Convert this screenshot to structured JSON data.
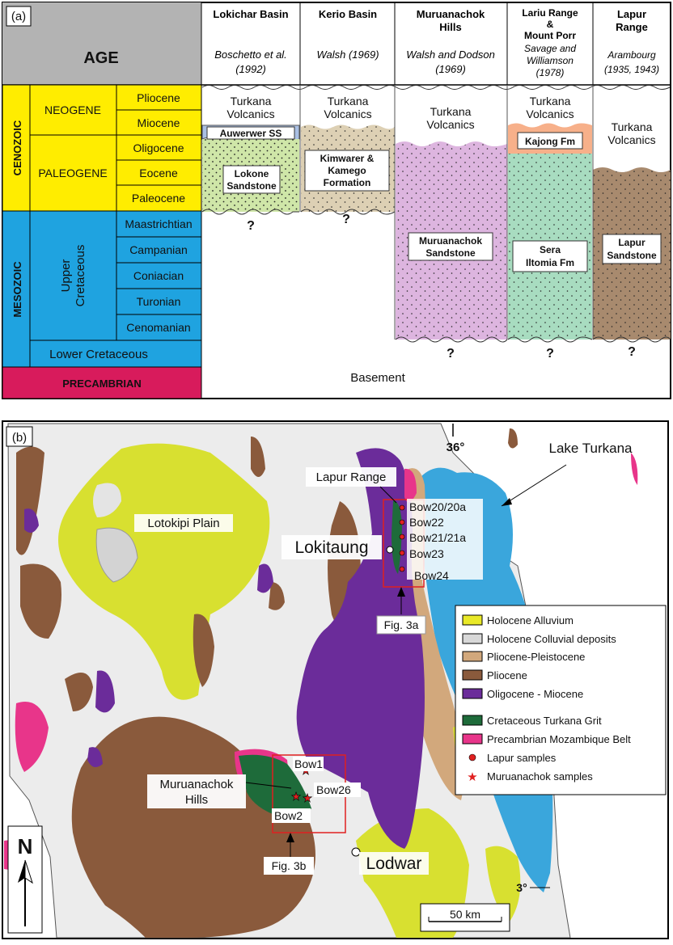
{
  "panel_a": {
    "label": "(a)",
    "age_header": "AGE",
    "columns": [
      {
        "name": "Lokichar Basin",
        "ref": "Boschetto et al. (1992)"
      },
      {
        "name": "Kerio Basin",
        "ref": "Walsh (1969)"
      },
      {
        "name": "Muruanachok Hills",
        "ref": "Walsh and Dodson (1969)"
      },
      {
        "name": "Lariu Range & Mount Porr",
        "ref": "Savage and Williamson (1978)"
      },
      {
        "name": "Lapur Range",
        "ref": "Arambourg (1935, 1943)"
      }
    ],
    "eras": {
      "cenozoic": "CENOZOIC",
      "mesozoic": "MESOZOIC",
      "precambrian": "PRECAMBRIAN"
    },
    "periods": {
      "neogene": "NEOGENE",
      "paleogene": "PALEOGENE",
      "upper_cretaceous": "Upper Cretaceous",
      "lower_cretaceous": "Lower Cretaceous"
    },
    "epochs": [
      "Pliocene",
      "Miocene",
      "Oligocene",
      "Eocene",
      "Paleocene",
      "Maastrichtian",
      "Campanian",
      "Coniacian",
      "Turonian",
      "Cenomanian"
    ],
    "units": {
      "turkana": "Turkana Volcanics",
      "auwerwer": "Auwerwer SS",
      "lokone": "Lokone Sandstone",
      "kimwarer": "Kimwarer & Kamego Formation",
      "muruanachok": "Muruanachok Sandstone",
      "kajong": "Kajong Fm",
      "sera": "Sera Iltomia Fm",
      "lapur": "Lapur Sandstone"
    },
    "unknown_mark": "?",
    "basement": "Basement"
  },
  "panel_b": {
    "label": "(b)",
    "longitude": "36°",
    "latitude": "3°",
    "places": {
      "lake": "Lake Turkana",
      "lotokipi": "Lotokipi Plain",
      "lapur_range": "Lapur Range",
      "lokitaung": "Lokitaung",
      "muruanachok_hills": "Muruanachok Hills",
      "lodwar": "Lodwar"
    },
    "samples": [
      "Bow20/20a",
      "Bow22",
      "Bow21/21a",
      "Bow23",
      "Bow24",
      "Bow1",
      "Bow26",
      "Bow2"
    ],
    "figure_refs": {
      "fig3a": "Fig. 3a",
      "fig3b": "Fig. 3b"
    },
    "legend": [
      {
        "label": "Holocene Alluvium",
        "color": "#e9e928"
      },
      {
        "label": "Holocene Colluvial deposits",
        "color": "#d8d8d8"
      },
      {
        "label": "Pliocene-Pleistocene",
        "color": "#d2a87c"
      },
      {
        "label": "Pliocene",
        "color": "#8a5a3c"
      },
      {
        "label": "Oligocene - Miocene",
        "color": "#6b2c9a"
      },
      {
        "label": "Cretaceous Turkana Grit",
        "color": "#1e6b3a"
      },
      {
        "label": "Precambrian Mozambique Belt",
        "color": "#e8358a"
      },
      {
        "label": "Lapur samples",
        "color": "#e02020"
      },
      {
        "label": "Muruanachok samples",
        "color": "#e02020"
      }
    ],
    "north": "N",
    "scale": "50 km",
    "colors": {
      "lake": "#3aa6dc",
      "colluvial": "#d8d8d8",
      "background": "#ececec"
    }
  }
}
